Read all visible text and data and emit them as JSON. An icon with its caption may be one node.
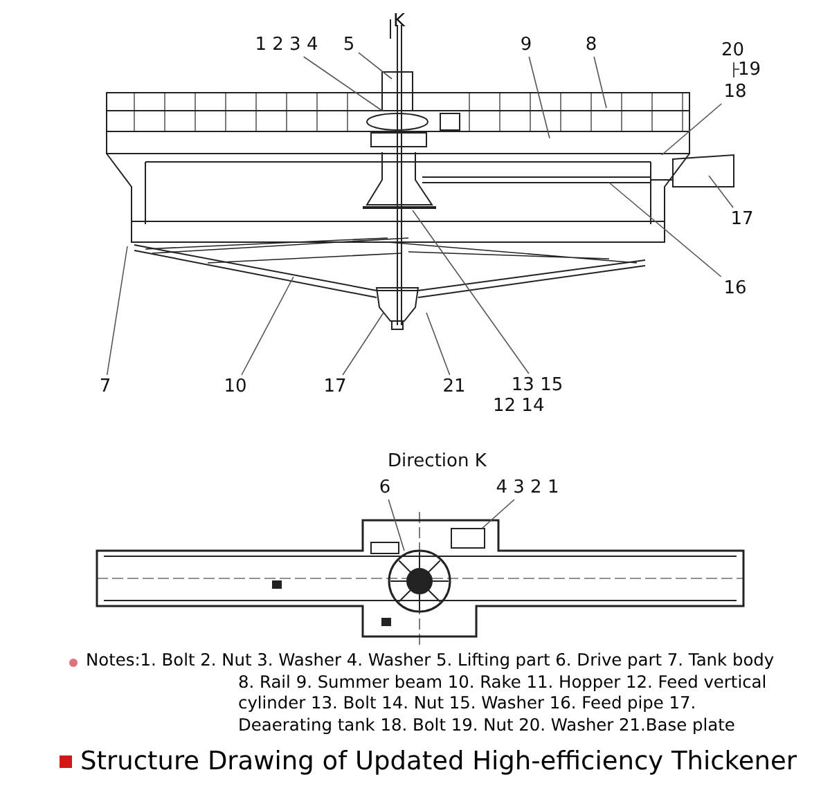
{
  "diagram": {
    "title": "Structure Drawing of Updated High-efficiency Thickener",
    "nodes": [
      {
        "text": [
          "1 2 3 4"
        ]
      },
      {
        "text": [
          "5"
        ]
      },
      {
        "text": [
          "9"
        ]
      },
      {
        "text": [
          "8"
        ]
      },
      {
        "text": [
          "18"
        ]
      },
      {
        "text": [
          "17"
        ]
      },
      {
        "text": [
          "16"
        ]
      },
      {
        "text": [
          "7"
        ]
      },
      {
        "text": [
          "10"
        ]
      },
      {
        "text": [
          "17"
        ]
      },
      {
        "text": [
          "21"
        ]
      },
      {
        "text": [
          "13 15"
        ]
      },
      {
        "text": [
          "6"
        ]
      },
      {
        "text": [
          "4 3 2 1"
        ]
      }
    ],
    "edges": [
      {
        "from": 0,
        "to": null,
        "arrow": "none"
      },
      {
        "from": 1,
        "to": null,
        "arrow": "none"
      },
      {
        "from": 2,
        "to": null,
        "arrow": "none"
      },
      {
        "from": 3,
        "to": null,
        "arrow": "none"
      },
      {
        "from": 4,
        "to": null,
        "arrow": "none"
      },
      {
        "from": 5,
        "to": null,
        "arrow": "none"
      },
      {
        "from": 6,
        "to": null,
        "arrow": "none"
      },
      {
        "from": 7,
        "to": null,
        "arrow": "none"
      },
      {
        "from": 8,
        "to": null,
        "arrow": "none"
      },
      {
        "from": 9,
        "to": null,
        "arrow": "none"
      },
      {
        "from": 10,
        "to": null,
        "arrow": "none"
      },
      {
        "from": 11,
        "to": null,
        "arrow": "none"
      },
      {
        "from": 12,
        "to": null,
        "arrow": "none"
      },
      {
        "from": 13,
        "to": null,
        "arrow": "none"
      }
    ],
    "labels": [
      "K",
      "20",
      "19",
      "12 14",
      "Direction K",
      "Notes:1. Bolt 2. Nut 3. Washer 4. Washer 5. Lifting part 6. Drive part 7. Tank body 8. Rail 9. Summer beam 10. Rake 11. Hopper 12. Feed vertical cylinder 13. Bolt 14. Nut 15. Washer 16. Feed pipe 17. Deaerating tank 18. Bolt 19. Nut 20. Washer 21.Base plate"
    ]
  }
}
